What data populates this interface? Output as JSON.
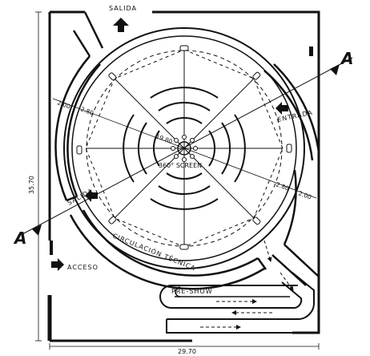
{
  "labels": {
    "salida_top": "SALIDA",
    "entrada": "ENTRADA",
    "salida_left": "SALIDA",
    "acceso": "ACCESO",
    "circulacion": "CIRCULACIÓN TÉCNICA",
    "preshow": "PRE-SHOW",
    "screen": "360° SCREEN",
    "section_mark": "A"
  },
  "dimensions": {
    "height_total": "35.70",
    "width_total": "29.70",
    "diameter": "19.80",
    "left_outer": "2.00",
    "left_inner": "2.80",
    "right_inner": "2.80",
    "right_outer": "2.00"
  },
  "colors": {
    "ink": "#111111",
    "background": "#ffffff"
  },
  "icons": [
    "arrow-up-icon",
    "arrow-right-icon",
    "arrow-left-icon",
    "section-marker-icon"
  ]
}
